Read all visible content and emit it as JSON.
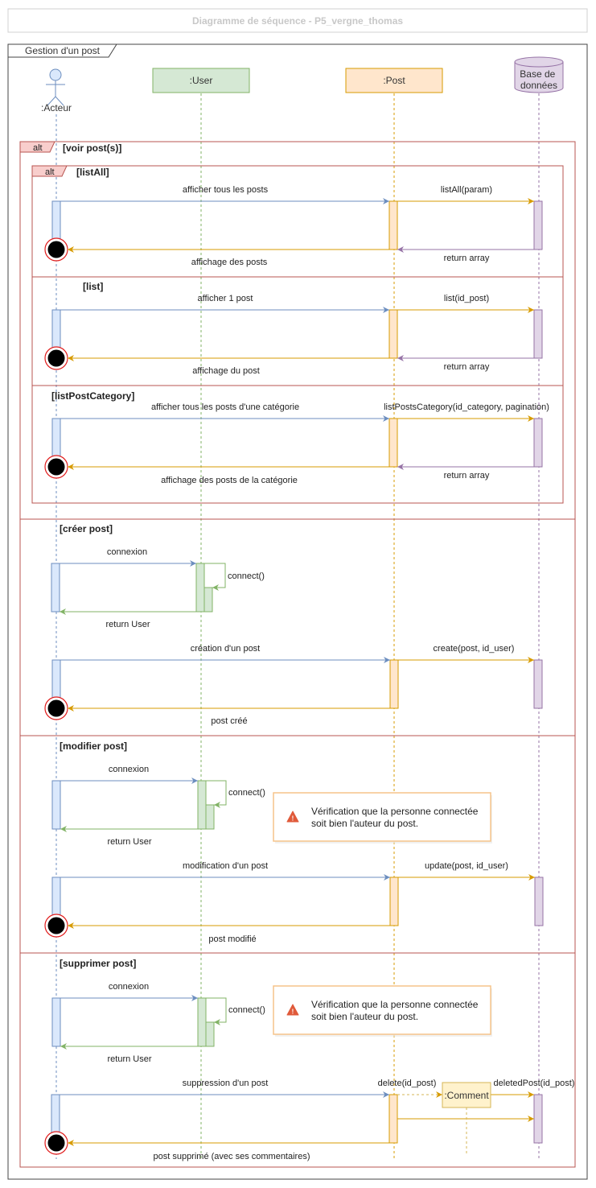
{
  "title": "Diagramme de séquence - P5_vergne_thomas",
  "frame_label": "Gestion d'un post",
  "participants": {
    "actor": ":Acteur",
    "user": ":User",
    "post": ":Post",
    "db": "Base de données",
    "comment": ":Comment"
  },
  "alt_keyword": "alt",
  "guards": {
    "voir": "[voir post(s)]",
    "listAll": "[listAll]",
    "list": "[list]",
    "listPostCategory": "[listPostCategory]",
    "creer": "[créer post]",
    "modifier": "[modifier post]",
    "supprimer": "[supprimer post]"
  },
  "messages": {
    "listall_request": "afficher tous les posts",
    "listall_call": "listAll(param)",
    "listall_return_db": "return array",
    "listall_display": "affichage des posts",
    "list_request": "afficher 1 post",
    "list_call": "list(id_post)",
    "list_return_db": "return array",
    "list_display": "affichage du post",
    "cat_request": "afficher tous les posts d'une catégorie",
    "cat_call": "listPostsCategory(id_category, pagination)",
    "cat_return_db": "return array",
    "cat_display": "affichage des posts de la catégorie",
    "create_connexion": "connexion",
    "create_connect": "connect()",
    "create_return_user": "return User",
    "create_request": "création d'un post",
    "create_call": "create(post, id_user)",
    "create_done": "post créé",
    "modify_connexion": "connexion",
    "modify_connect": "connect()",
    "modify_return_user": "return User",
    "modify_request": "modification d'un post",
    "modify_call": "update(post, id_user)",
    "modify_done": "post modifié",
    "delete_connexion": "connexion",
    "delete_connect": "connect()",
    "delete_return_user": "return User",
    "delete_request": "suppression d'un post",
    "delete_call": "delete(id_post)",
    "delete_posts": "deletedPost(id_post)",
    "delete_done": "post supprimé (avec ses commentaires)"
  },
  "notes": {
    "modify_line1": "Vérification que la personne connectée",
    "modify_line2": "soit bien l'auteur du post.",
    "delete_line1": "Vérification que la personne connectée",
    "delete_line2": "soit bien l'auteur du post."
  },
  "icons": {
    "warning": "warning-triangle-icon",
    "actor": "stick-figure-icon",
    "database": "database-cylinder-icon",
    "end": "destruction-end-icon"
  },
  "colors": {
    "user_fill": "#d5e8d4",
    "user_stroke": "#82b366",
    "post_fill": "#ffe6cc",
    "post_stroke": "#d79b00",
    "db_fill": "#e1d5e7",
    "db_stroke": "#9673a6",
    "actor_fill": "#dae8fc",
    "actor_stroke": "#6c8ebf",
    "comment_fill": "#fff2cc",
    "comment_stroke": "#d6b656",
    "alt_stroke": "#b85450",
    "alt_tab": "#f8cecc",
    "warning": "#e05a3a",
    "note_border": "#f5c48a"
  }
}
